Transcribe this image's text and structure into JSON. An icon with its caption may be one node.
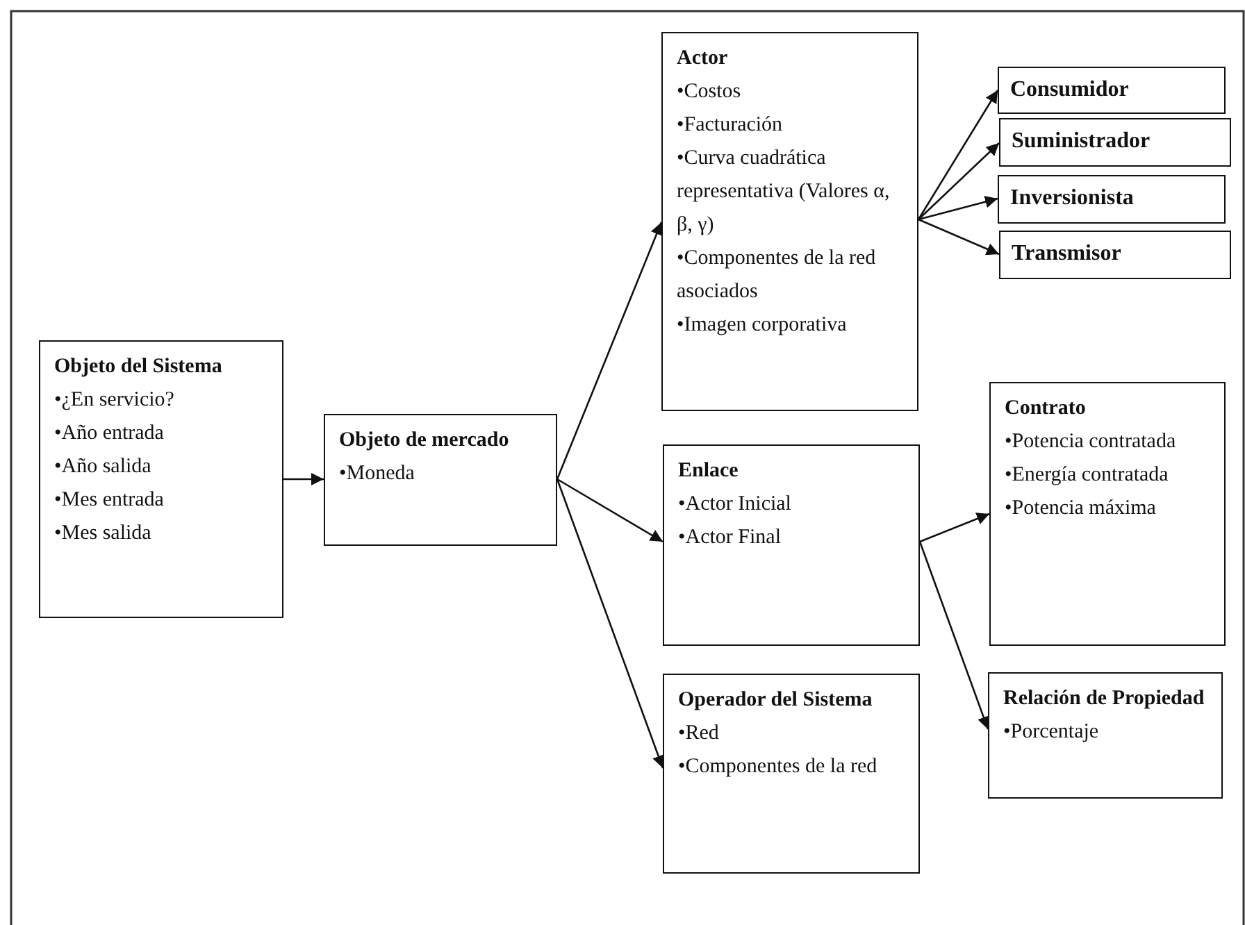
{
  "diagram": {
    "nodes": [
      {
        "text": [
          "Objeto del Sistema",
          "•¿En servicio?",
          "•Año entrada",
          "•Año salida",
          "•Mes entrada",
          "•Mes salida"
        ]
      },
      {
        "text": [
          "Objeto de mercado",
          "•Moneda"
        ]
      },
      {
        "text": [
          "Actor",
          "•Costos",
          "•Facturación",
          "•Curva cuadrática representativa (Valores α, β, γ)",
          "•Componentes de la red asociados",
          "•Imagen corporativa"
        ]
      },
      {
        "text": [
          "Consumidor"
        ]
      },
      {
        "text": [
          "Suministrador"
        ]
      },
      {
        "text": [
          "Inversionista"
        ]
      },
      {
        "text": [
          "Transmisor"
        ]
      },
      {
        "text": [
          "Enlace",
          "•Actor Inicial",
          "•Actor Final"
        ]
      },
      {
        "text": [
          "Operador del Sistema",
          "•Red",
          "•Componentes de la red"
        ]
      },
      {
        "text": [
          "Contrato",
          "•Potencia contratada",
          "•Energía contratada",
          "•Potencia máxima"
        ]
      },
      {
        "text": [
          "Relación de Propiedad",
          "•Porcentaje"
        ]
      }
    ],
    "edges": [
      {
        "from": 0,
        "to": 1,
        "arrow": "to"
      },
      {
        "from": 1,
        "to": 2,
        "arrow": "to"
      },
      {
        "from": 1,
        "to": 7,
        "arrow": "to"
      },
      {
        "from": 1,
        "to": 8,
        "arrow": "to"
      },
      {
        "from": 2,
        "to": 3,
        "arrow": "to"
      },
      {
        "from": 2,
        "to": 4,
        "arrow": "to"
      },
      {
        "from": 2,
        "to": 5,
        "arrow": "to"
      },
      {
        "from": 2,
        "to": 6,
        "arrow": "to"
      },
      {
        "from": 7,
        "to": 9,
        "arrow": "to"
      },
      {
        "from": 7,
        "to": 10,
        "arrow": "to"
      }
    ]
  }
}
